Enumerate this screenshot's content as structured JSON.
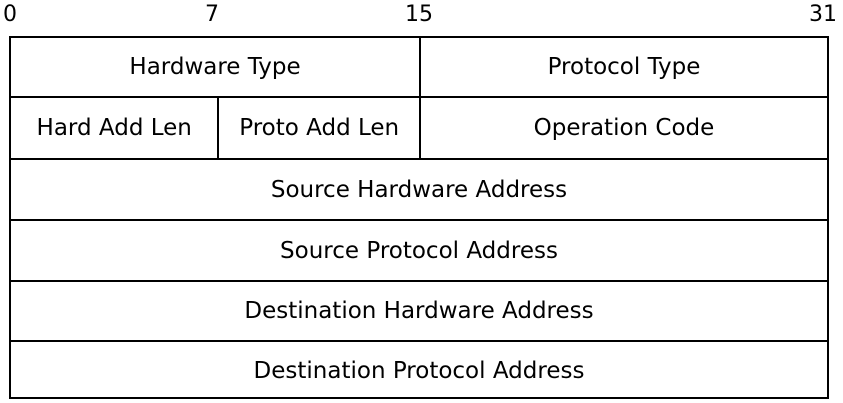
{
  "bit_positions": [
    "0",
    "7",
    "15",
    "31"
  ],
  "rows": [
    [
      "Hardware Type",
      "Protocol Type"
    ],
    [
      "Hard Add Len",
      "Proto Add Len",
      "Operation Code"
    ],
    [
      "Source Hardware Address"
    ],
    [
      "Source Protocol Address"
    ],
    [
      "Destination Hardware Address"
    ],
    [
      "Destination Protocol Address"
    ]
  ]
}
